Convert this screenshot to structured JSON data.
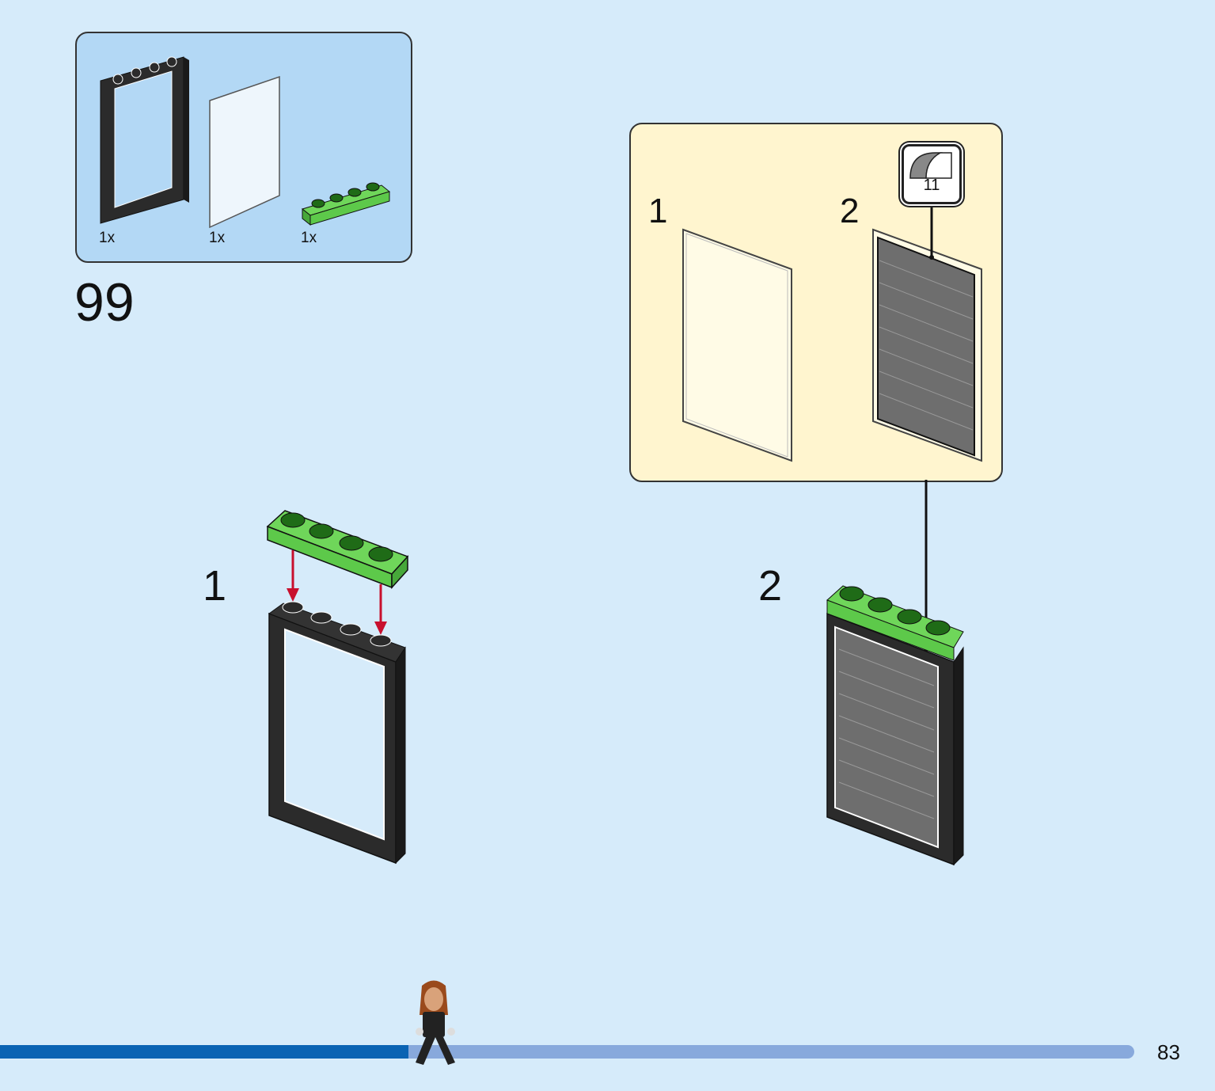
{
  "parts": [
    {
      "name": "door frame",
      "quantity": "1x"
    },
    {
      "name": "glass pane",
      "quantity": "1x"
    },
    {
      "name": "green plate 1x4",
      "quantity": "1x"
    }
  ],
  "step_number": "99",
  "subassembly": {
    "substeps": [
      "1",
      "2"
    ],
    "sticker_number": "11"
  },
  "main_substeps": [
    "1",
    "2"
  ],
  "colors": {
    "background": "#d6ebfa",
    "parts_panel": "#b3d8f5",
    "subassembly_panel": "#fff5cf",
    "green_brick": "#5dc94a",
    "arrow_red": "#c8102e",
    "progress_done": "#0a63b3",
    "progress_remaining": "#88a9dc"
  },
  "progress": {
    "fraction": 0.36
  },
  "page_number": "83"
}
